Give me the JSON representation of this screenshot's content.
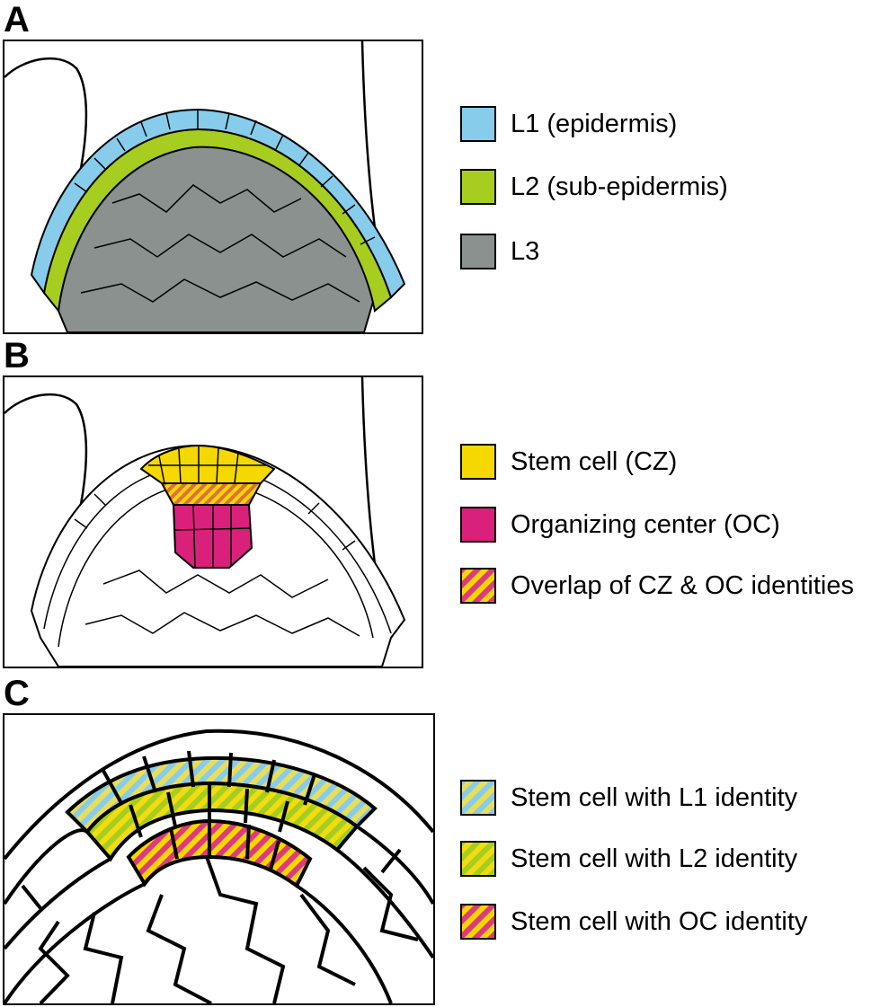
{
  "panels": [
    {
      "letter": "A",
      "legend": [
        {
          "label": "L1 (epidermis)",
          "fill": "#87cceb"
        },
        {
          "label": "L2 (sub-epidermis)",
          "fill": "#a6cd1f"
        },
        {
          "label": "L3",
          "fill": "#8a918e"
        }
      ]
    },
    {
      "letter": "B",
      "legend": [
        {
          "label": "Stem cell (CZ)",
          "fill": "#f5d800"
        },
        {
          "label": "Organizing center (OC)",
          "fill": "#d9207a"
        },
        {
          "label": "Overlap of CZ & OC identities",
          "pattern": "stripes-yellow-magenta"
        }
      ]
    },
    {
      "letter": "C",
      "legend": [
        {
          "label": "Stem cell with L1 identity",
          "pattern": "stripes-yellow-blue"
        },
        {
          "label": "Stem cell with L2 identity",
          "pattern": "stripes-yellow-green"
        },
        {
          "label": "Stem cell with OC identity",
          "pattern": "stripes-yellow-magenta"
        }
      ]
    }
  ],
  "colors": {
    "l1": "#87cceb",
    "l2": "#a6cd1f",
    "l3": "#8a918e",
    "stem": "#f5d800",
    "oc": "#d9207a",
    "outline": "#000000"
  }
}
